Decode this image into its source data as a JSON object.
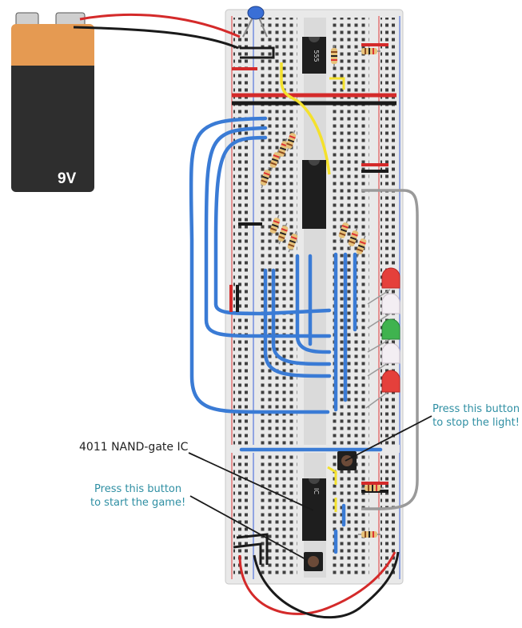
{
  "battery": {
    "label": "9V"
  },
  "annotations": {
    "ic": "4011 NAND-gate IC",
    "start_line1": "Press this button",
    "start_line2": "to start the game!",
    "stop_line1": "Press this button",
    "stop_line2": "to stop the light!"
  },
  "chips": {
    "timer_text": "555",
    "nand_text": "IC"
  },
  "colors": {
    "wire_blue": "#3a7bd5",
    "wire_red": "#d42a2a",
    "wire_black": "#1a1a1a",
    "wire_yellow": "#f4e12c",
    "wire_gray": "#9a9a9a",
    "led_red": "#e5403b",
    "led_green": "#3fb34f",
    "led_white": "#f3eef3",
    "annotation_teal": "#2f8fa3",
    "breadboard": "#e9e9e9",
    "battery_orange": "#e59a52"
  }
}
